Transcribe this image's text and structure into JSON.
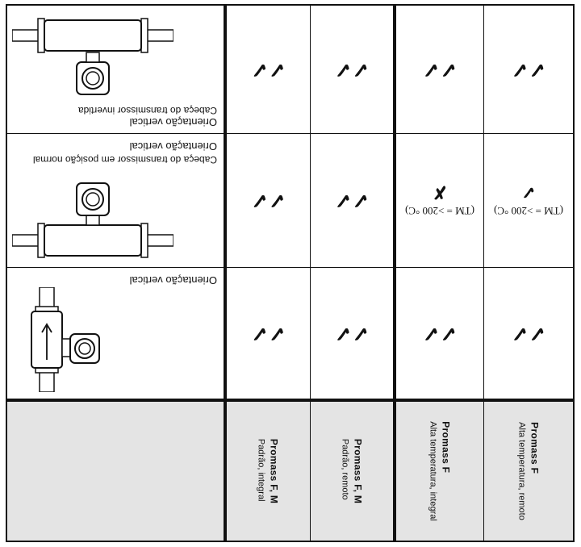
{
  "columns": [
    {
      "title": "Promass F, M",
      "subtitle": "Padrão, integral"
    },
    {
      "title": "Promass F, M",
      "subtitle": "Padrão, remoto"
    },
    {
      "title": "Promass F",
      "subtitle": "Alta temperatura, integral"
    },
    {
      "title": "Promass F",
      "subtitle": "Alta temperatura, remoto"
    }
  ],
  "rows": [
    {
      "label_line1": "",
      "label_line2": "Orientação vertical",
      "cells": [
        {
          "mark": "✓✓"
        },
        {
          "mark": "✓✓"
        },
        {
          "mark": "✓✓"
        },
        {
          "mark": "✓✓"
        }
      ]
    },
    {
      "label_line1": "Cabeça do transmissor em posição normal",
      "label_line2": "Orientação vertical",
      "cells": [
        {
          "mark": "✓✓"
        },
        {
          "mark": "✓✓"
        },
        {
          "note": "(TM = >200 °C)",
          "mark": "✗"
        },
        {
          "note": "(TM = >200 °C)",
          "mark": "✓"
        }
      ]
    },
    {
      "label_line1": "Cabeça do transmissor invertida",
      "label_line2": "Orientação vertical",
      "cells": [
        {
          "mark": "✓✓"
        },
        {
          "mark": "✓✓"
        },
        {
          "mark": "✓✓"
        },
        {
          "mark": "✓✓"
        }
      ]
    }
  ],
  "icons": {
    "flow_direction": "arrow-down-icon",
    "meter": "flowmeter-icon"
  }
}
